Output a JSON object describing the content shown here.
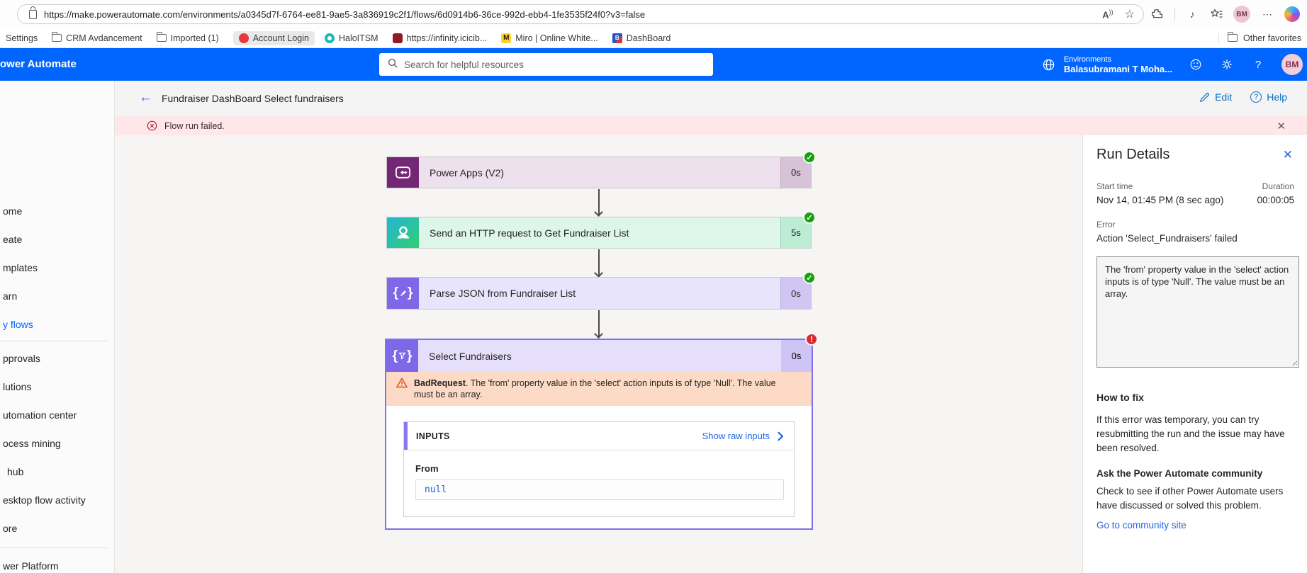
{
  "browser": {
    "url": "https://make.powerautomate.com/environments/a0345d7f-6764-ee81-9ae5-3a836919c2f1/flows/6d0914b6-36ce-992d-ebb4-1fe3535f24f0?v3=false",
    "profile_initials": "BM",
    "bookmarks": [
      "Settings",
      "CRM Avdancement",
      "Imported (1)",
      "Account Login",
      "HaloITSM",
      "https://infinity.icicib...",
      "Miro | Online White...",
      "DashBoard"
    ],
    "miro_fav_letter": "M",
    "dash_fav_letter": "B",
    "other_favorites_label": "Other favorites"
  },
  "app_header": {
    "brand": "ower Automate",
    "search_placeholder": "Search for helpful resources",
    "environments_label": "Environments",
    "environment_name": "Balasubramani T Moha...",
    "profile_initials": "BM"
  },
  "toolbar": {
    "title": "Fundraiser DashBoard Select fundraisers",
    "edit_label": "Edit",
    "help_label": "Help"
  },
  "banner": {
    "message": "Flow run failed."
  },
  "sidebar": {
    "items": [
      "ome",
      "eate",
      "mplates",
      "arn",
      "y flows",
      "pprovals",
      "lutions",
      "utomation center",
      "ocess mining",
      "hub",
      "esktop flow activity",
      "ore"
    ],
    "footer": "wer Platform"
  },
  "flow": {
    "steps": [
      {
        "title": "Power Apps (V2)",
        "duration": "0s",
        "status": "success"
      },
      {
        "title": "Send an HTTP request to Get Fundraiser List",
        "duration": "5s",
        "status": "success"
      },
      {
        "title": "Parse JSON from Fundraiser List",
        "duration": "0s",
        "status": "success"
      },
      {
        "title": "Select Fundraisers",
        "duration": "0s",
        "status": "error"
      }
    ],
    "error_card": {
      "error_bold": "BadRequest",
      "error_rest": ". The 'from' property value in the 'select' action inputs is of type 'Null'. The value must be an array.",
      "inputs_label": "INPUTS",
      "show_raw_inputs": "Show raw inputs",
      "from_label": "From",
      "from_value": "null"
    }
  },
  "run_details": {
    "title": "Run Details",
    "start_time_label": "Start time",
    "start_time": "Nov 14, 01:45 PM (8 sec ago)",
    "duration_label": "Duration",
    "duration": "00:00:05",
    "error_label": "Error",
    "error_summary": "Action 'Select_Fundraisers' failed",
    "error_detail": "The 'from' property value in the 'select' action inputs is of type 'Null'. The value must be an array.",
    "how_to_fix_title": "How to fix",
    "how_to_fix_body": "If this error was temporary, you can try resubmitting the run and the issue may have been resolved.",
    "community_title": "Ask the Power Automate community",
    "community_body": "Check to see if other Power Automate users have discussed or solved this problem.",
    "community_link": "Go to community site"
  },
  "colors": {
    "header_blue": "#0066ff",
    "success_green": "#13a10e",
    "error_red": "#d92b2f",
    "link_blue": "#2266e3",
    "selected_purple": "#8070ec",
    "banner_pink": "#fde7e9",
    "error_strip_peach": "#fcdac6"
  }
}
